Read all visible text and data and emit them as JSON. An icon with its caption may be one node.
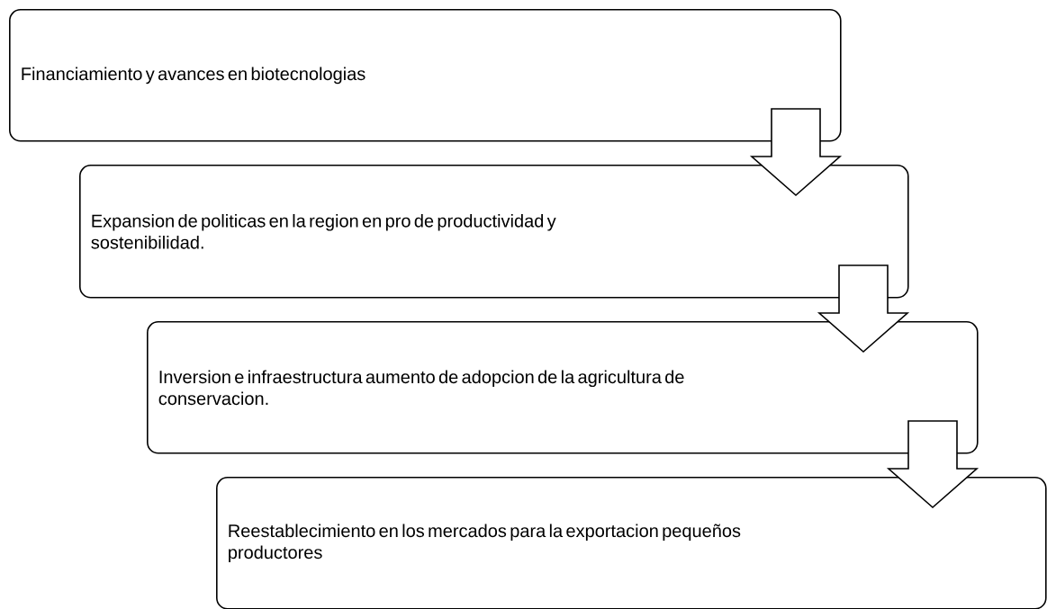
{
  "diagram": {
    "nodes": [
      {
        "text": [
          "Financiamiento y avances en biotecnologias"
        ]
      },
      {
        "text": [
          "Expansion de politicas en la region en pro de productividad y sostenibilidad."
        ]
      },
      {
        "text": [
          "Inversion e infraestructura aumento de adopcion de la agricultura de conservacion."
        ]
      },
      {
        "text": [
          "Reestablecimiento en los mercados para la exportacion pequeños productores"
        ]
      }
    ],
    "edges": [
      {
        "from": 0,
        "to": 1,
        "arrow": "to"
      },
      {
        "from": 1,
        "to": 2,
        "arrow": "to"
      },
      {
        "from": 2,
        "to": 3,
        "arrow": "to"
      }
    ]
  }
}
